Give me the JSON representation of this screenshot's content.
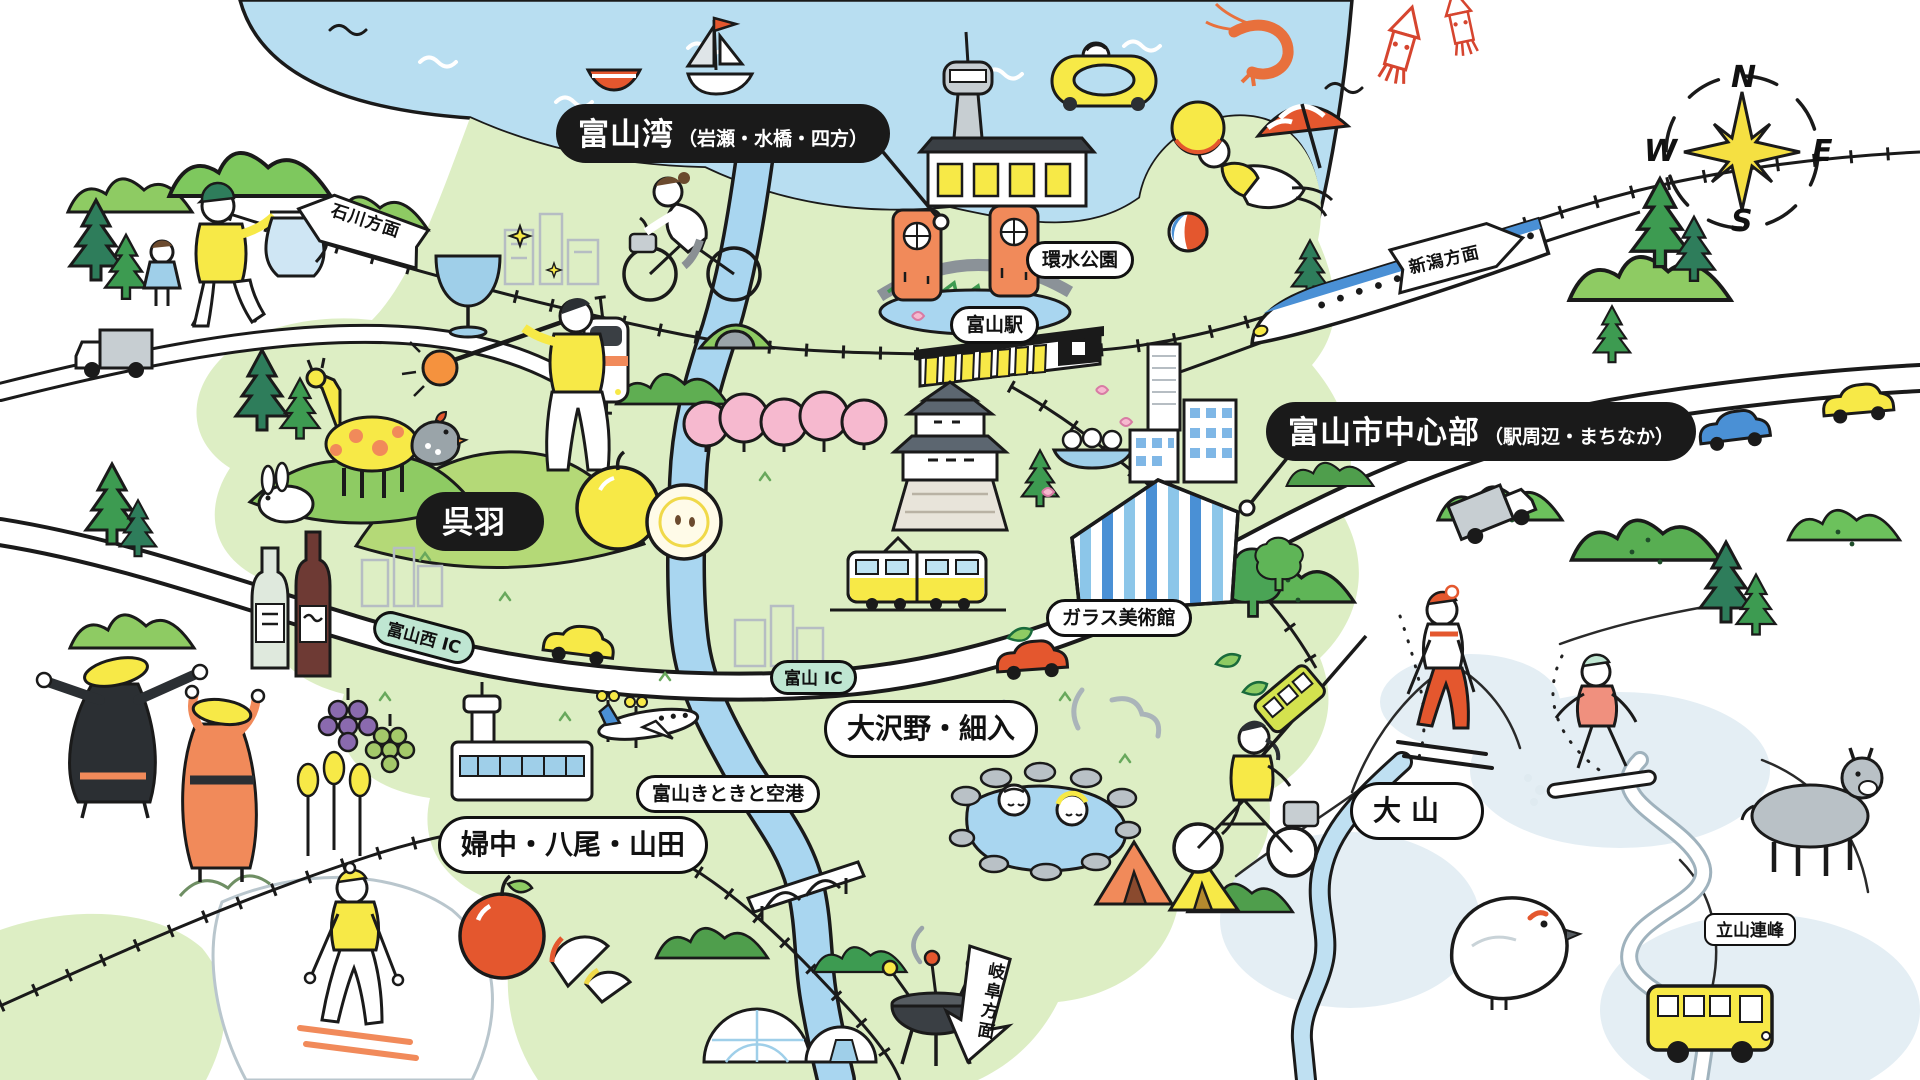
{
  "region_labels": {
    "toyama_bay": {
      "main": "富山湾",
      "sub": "（岩瀬・水橋・四方）"
    },
    "city_center": {
      "main": "富山市中心部",
      "sub": "（駅周辺・まちなか）"
    },
    "kureha": {
      "main": "呉羽"
    },
    "osawano_hosoiri": {
      "main": "大沢野・細入"
    },
    "fuchu_yatsuo_yamada": {
      "main": "婦中・八尾・山田"
    },
    "oyama": {
      "main": "大山"
    }
  },
  "pills": {
    "kansui_park": "環水公園",
    "toyama_station": "富山駅",
    "glass_art_museum": "ガラス美術館",
    "toyama_airport": "富山きときと空港",
    "tateyama_mountains": "立山連峰",
    "toyama_nishi_ic": "富山西 IC",
    "toyama_ic": "富山 IC"
  },
  "direction_signs": {
    "ishikawa": "石川方面",
    "niigata": "新潟方面",
    "gifu": "岐阜方面"
  },
  "compass": {
    "north": "N",
    "east": "E",
    "south": "S",
    "west": "W"
  },
  "colors": {
    "sea": "#b8def1",
    "land": "#ddeec4",
    "hill_green": "#8ecb63",
    "pine_green": "#3d9b51",
    "teal_pine": "#2e7d5b",
    "river": "#a9d6f0",
    "label_black": "#1a1a1a",
    "ic_pill_green": "#bfe6d2",
    "accent_yellow": "#f7e947",
    "accent_orange": "#f18a5a",
    "accent_red": "#e4572e",
    "accent_blue": "#4a90d5",
    "glass_blue": "#8cc6e9",
    "snow_shade": "#e4eef4",
    "gray": "#c7ced2"
  }
}
